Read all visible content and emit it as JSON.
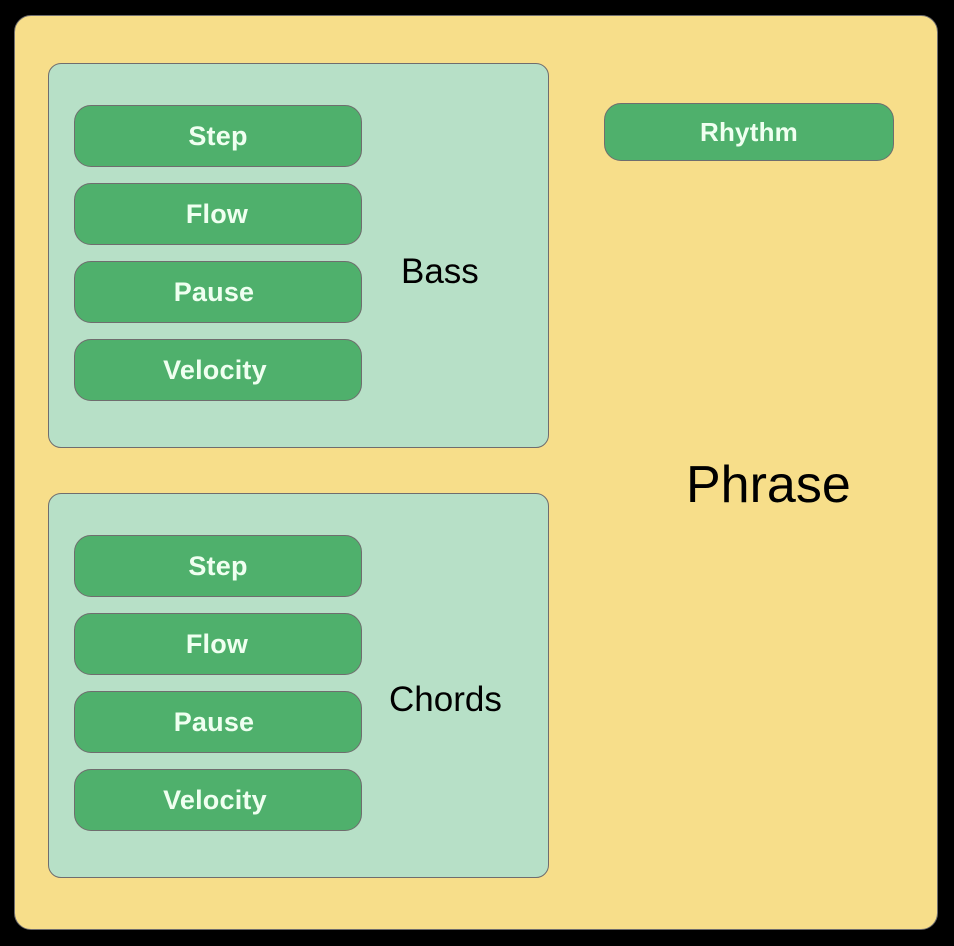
{
  "diagram": {
    "title": "Phrase",
    "outer": {
      "label": "Phrase",
      "fill": "#F7DE8A",
      "stroke": "#6F6D6E"
    },
    "groups": [
      {
        "id": "bass",
        "label": "Bass",
        "fill": "#B7E0C7",
        "stroke": "#6F6D6E",
        "nodes": [
          {
            "id": "bass-step",
            "label": "Step"
          },
          {
            "id": "bass-flow",
            "label": "Flow"
          },
          {
            "id": "bass-pause",
            "label": "Pause"
          },
          {
            "id": "bass-velocity",
            "label": "Velocity"
          }
        ]
      },
      {
        "id": "chords",
        "label": "Chords",
        "fill": "#B7E0C7",
        "stroke": "#6F6D6E",
        "nodes": [
          {
            "id": "chords-step",
            "label": "Step"
          },
          {
            "id": "chords-flow",
            "label": "Flow"
          },
          {
            "id": "chords-pause",
            "label": "Pause"
          },
          {
            "id": "chords-velocity",
            "label": "Velocity"
          }
        ]
      }
    ],
    "standalone_nodes": [
      {
        "id": "rhythm",
        "label": "Rhythm",
        "fill": "#4FB06C",
        "stroke": "#6F6D6E"
      }
    ],
    "node_style": {
      "fill": "#4FB06C",
      "stroke": "#6F6D6E",
      "text_color": "#EFFFF0"
    },
    "canvas_background": "#000000"
  }
}
